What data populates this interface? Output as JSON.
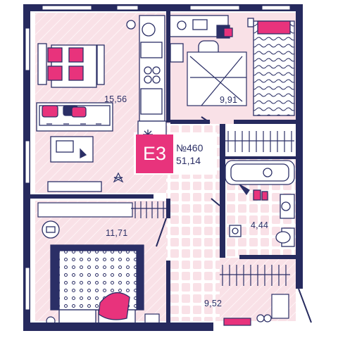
{
  "plan": {
    "apartment_code": "E3",
    "apartment_number": "№460",
    "total_area": "51,14"
  },
  "rooms": {
    "kitchen_living_area": "15,56",
    "bedroom_top_area": "9,91",
    "bedroom_bottom_area": "11,71",
    "bathroom_area": "4,44",
    "hallway_area": "9,52"
  },
  "colors": {
    "wall": "#262a5e",
    "floor_pink": "#f9e1e7",
    "floor_white": "#ffffff",
    "line": "#2b2f66",
    "accent": "#e8337c"
  }
}
